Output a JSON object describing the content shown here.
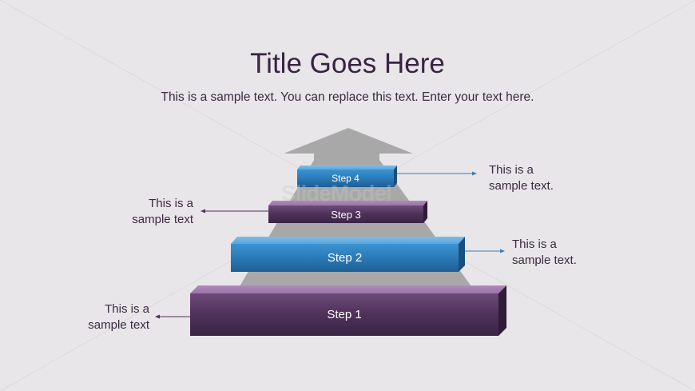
{
  "slide": {
    "title": "Title Goes Here",
    "subtitle": "This is a sample text. You can replace this text. Enter your text here.",
    "watermark": "SlideModel"
  },
  "steps": [
    {
      "label": "Step 1",
      "color": "purple",
      "note": {
        "side": "left",
        "line1": "This is a",
        "line2": "sample text"
      }
    },
    {
      "label": "Step 2",
      "color": "blue",
      "note": {
        "side": "right",
        "line1": "This is a",
        "line2": "sample text."
      }
    },
    {
      "label": "Step 3",
      "color": "purple",
      "note": {
        "side": "left",
        "line1": "This is a",
        "line2": "sample text"
      }
    },
    {
      "label": "Step 4",
      "color": "blue",
      "note": {
        "side": "right",
        "line1": "This is a",
        "line2": "sample text."
      }
    }
  ],
  "colors": {
    "background": "#e8e6e8",
    "title": "#3a2344",
    "purple_top": "#a77eb2",
    "purple_face": "#4f2f5a",
    "purple_dark": "#34203d",
    "blue_top": "#6cb4e4",
    "blue_face": "#2a7dbc",
    "blue_dark": "#1c5a8c",
    "arrow": "#a9a8a9"
  }
}
